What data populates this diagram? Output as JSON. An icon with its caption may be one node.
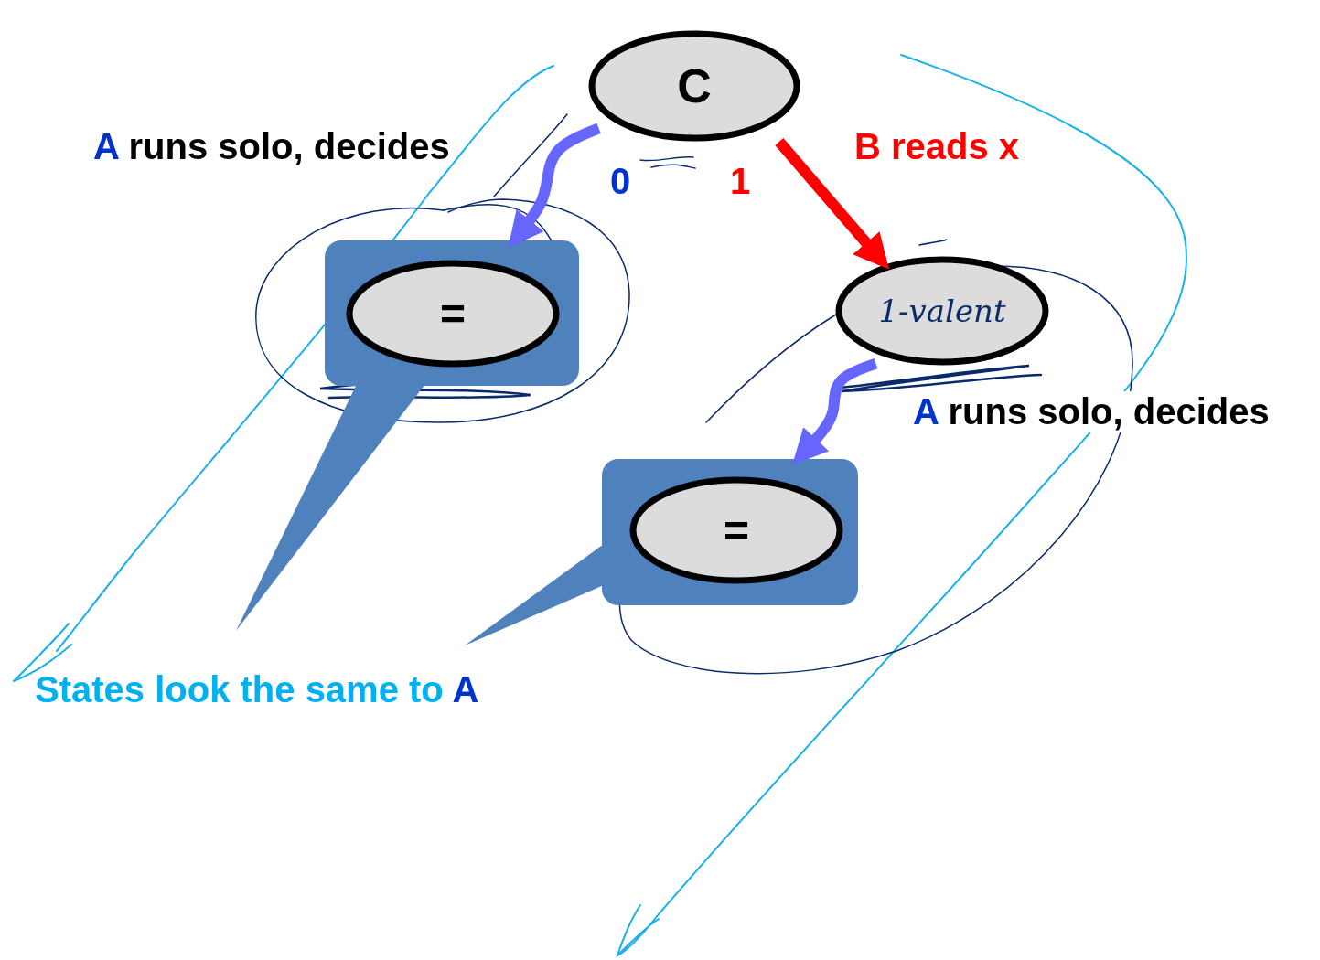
{
  "diagram": {
    "nodes": [
      {
        "text": [
          "C"
        ]
      },
      {
        "text": [],
        "shape": "box"
      },
      {
        "text": [
          "="
        ],
        "in": 1
      },
      {
        "text": [
          "1-valent"
        ]
      },
      {
        "text": [],
        "shape": "box"
      },
      {
        "text": [
          "="
        ],
        "in": 4
      }
    ],
    "edges": [
      {
        "from": 0,
        "to": 1,
        "arrow": "to",
        "label": "A runs solo, decides"
      },
      {
        "from": 0,
        "to": 3,
        "arrow": "to",
        "label": "B reads x",
        "color": "#ff0000"
      },
      {
        "from": 3,
        "to": 4,
        "arrow": "to",
        "label": "A runs solo, decides"
      }
    ],
    "labels": [
      "0",
      "1",
      "States look the same to A"
    ]
  }
}
